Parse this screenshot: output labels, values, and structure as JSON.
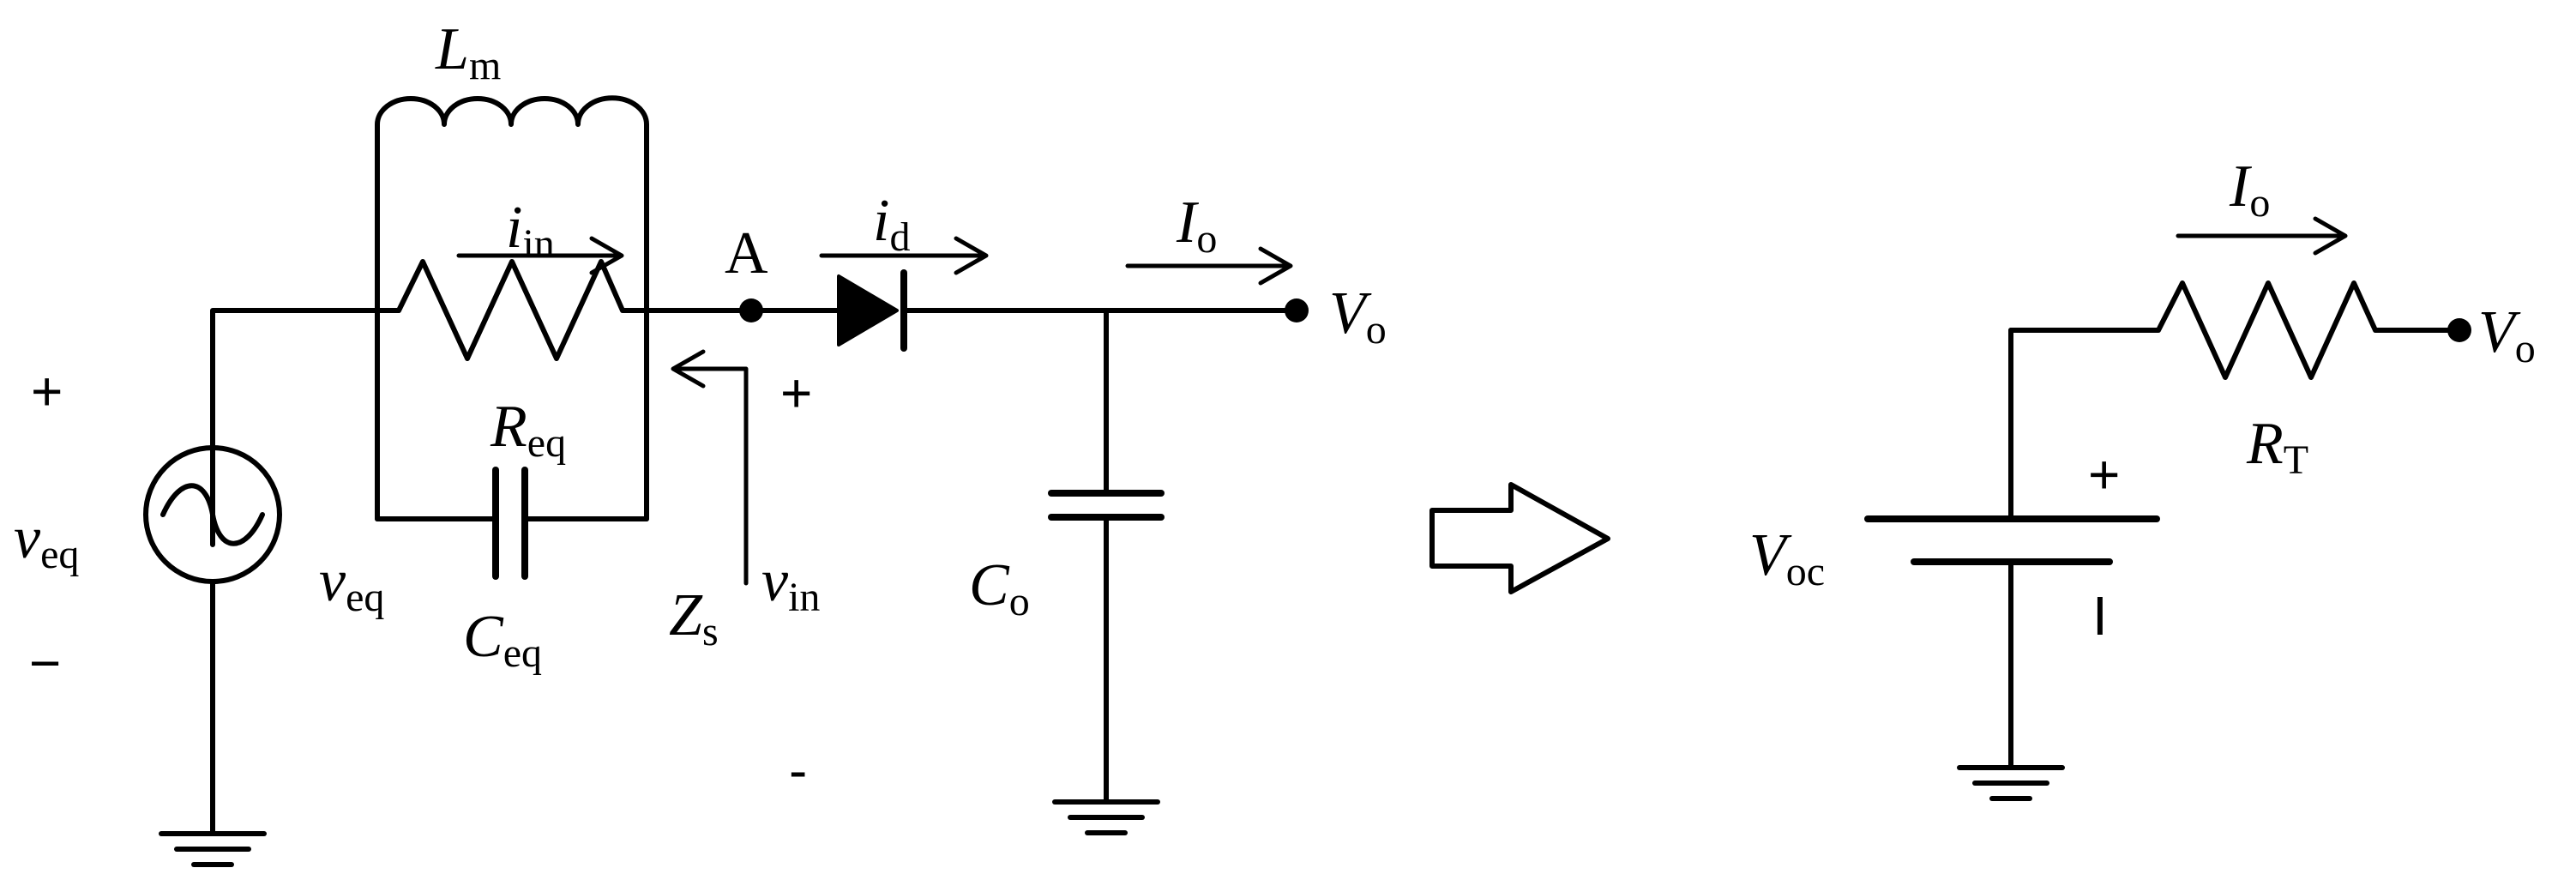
{
  "circuit_left": {
    "source": {
      "symbol": "v",
      "sub": "eq",
      "side_label": "v",
      "side_sub": "eq",
      "plus": "+",
      "minus": "−"
    },
    "inductor": {
      "symbol": "L",
      "sub": "m"
    },
    "resistor": {
      "symbol": "R",
      "sub": "eq"
    },
    "capacitor_eq": {
      "symbol": "C",
      "sub": "eq"
    },
    "current_in": {
      "symbol": "i",
      "sub": "in"
    },
    "node_a": "A",
    "impedance": {
      "symbol": "Z",
      "sub": "s"
    },
    "voltage_in": {
      "symbol": "v",
      "sub": "in",
      "plus": "+",
      "minus": "-"
    },
    "diode_current": {
      "symbol": "i",
      "sub": "d"
    },
    "output_cap": {
      "symbol": "C",
      "sub": "o"
    },
    "output_current": {
      "symbol": "I",
      "sub": "o"
    },
    "output_voltage": {
      "symbol": "V",
      "sub": "o"
    }
  },
  "circuit_right": {
    "source": {
      "symbol": "V",
      "sub": "oc",
      "plus": "+",
      "minus": "I"
    },
    "resistor": {
      "symbol": "R",
      "sub": "T"
    },
    "output_current": {
      "symbol": "I",
      "sub": "o"
    },
    "output_voltage": {
      "symbol": "V",
      "sub": "o"
    }
  }
}
